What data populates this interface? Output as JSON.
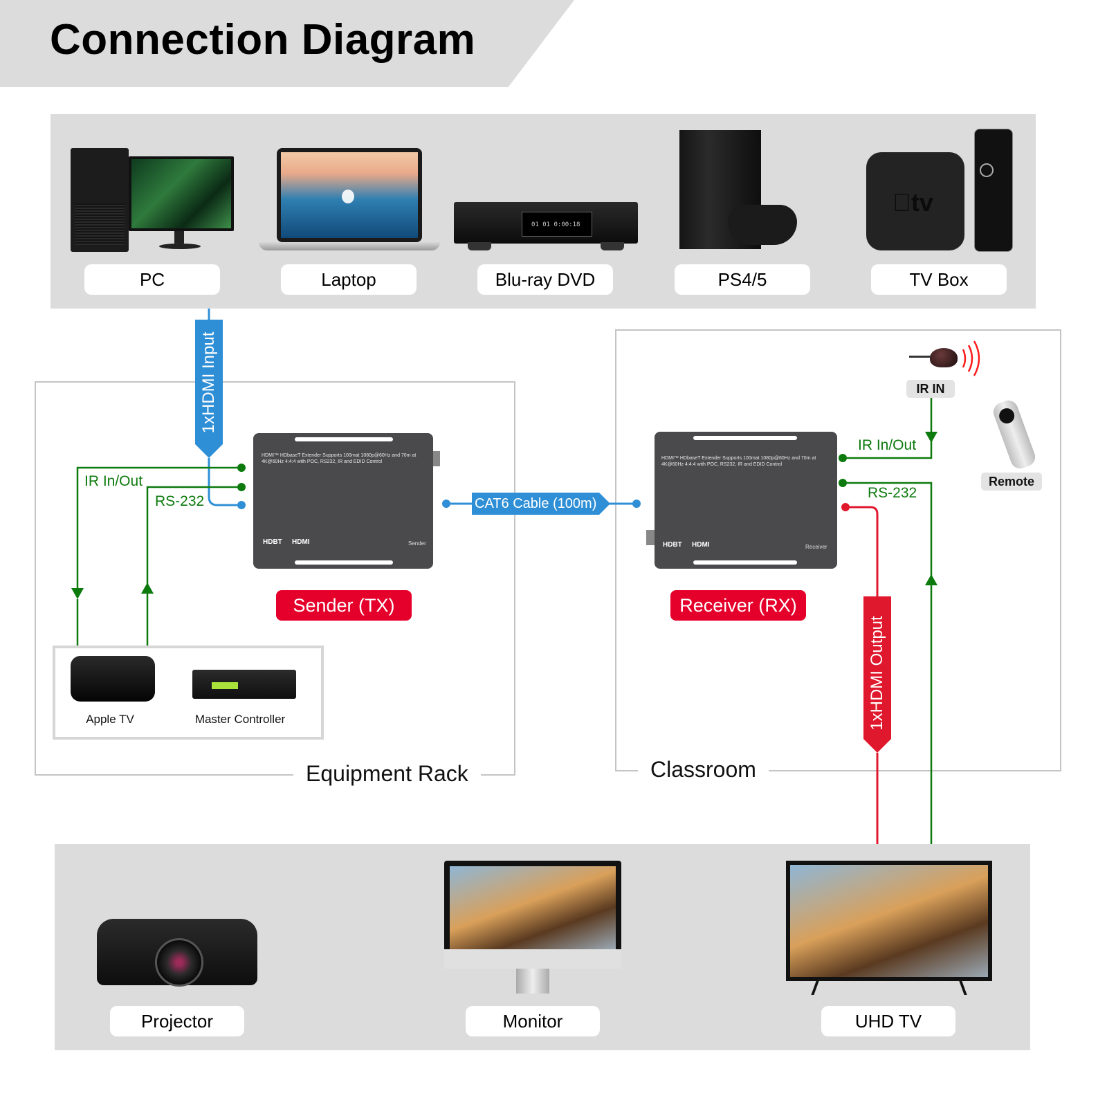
{
  "header": {
    "title": "Connection Diagram"
  },
  "sources": {
    "items": [
      {
        "label": "PC",
        "icon": "pc-icon"
      },
      {
        "label": "Laptop",
        "icon": "laptop-icon"
      },
      {
        "label": "Blu-ray DVD",
        "icon": "bluray-player-icon"
      },
      {
        "label": "PS4/5",
        "icon": "game-console-icon"
      },
      {
        "label": "TV Box",
        "icon": "tv-box-icon"
      }
    ]
  },
  "connections": {
    "hdmi_input": "1xHDMI Input",
    "hdmi_output": "1xHDMI Output",
    "cat6": "CAT6 Cable (100m)",
    "ir_in_out_left": "IR In/Out",
    "rs232_left": "RS-232",
    "ir_in_out_right": "IR In/Out",
    "rs232_right": "RS-232"
  },
  "sender": {
    "label": "Sender (TX)",
    "device_text": "HDMI™ HDbaseT Extender Supports 100mat 1080p@60Hz and 70m at 4K@60Hz 4:4:4 with POC, RS232, IR and EDID Control",
    "brand_hdbt": "HDBT",
    "brand_hdmi": "HDMI",
    "name": "Sender"
  },
  "receiver": {
    "label": "Receiver (RX)",
    "device_text": "HDMI™ HDbaseT Extender Supports 100mat 1080p@60Hz and 70m at 4K@60Hz 4:4:4 with POC, RS232, IR and EDID Control",
    "brand_hdbt": "HDBT",
    "brand_hdmi": "HDMI",
    "name": "Receiver"
  },
  "equipment_rack": {
    "label": "Equipment Rack",
    "devices": [
      {
        "label": "Apple TV"
      },
      {
        "label": "Master Controller"
      }
    ]
  },
  "classroom": {
    "label": "Classroom",
    "ir_in": "IR IN",
    "remote": "Remote"
  },
  "displays": {
    "items": [
      {
        "label": "Projector"
      },
      {
        "label": "Monitor"
      },
      {
        "label": "UHD TV"
      }
    ]
  },
  "colors": {
    "hdmi_input": "#2f8fd6",
    "hdmi_output": "#e0182d",
    "control": "#0d7a0d",
    "panel": "#dcdcdc",
    "device": "#4a4a4c"
  }
}
